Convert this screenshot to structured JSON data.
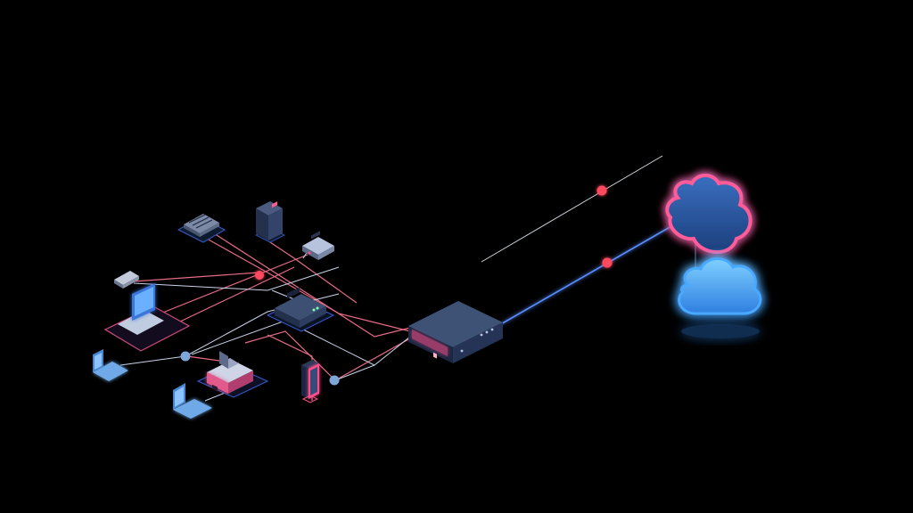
{
  "colors": {
    "background": "#000000",
    "neon_pink": "#ff4f8a",
    "neon_blue": "#3ea8ff",
    "device_body": "#2a3a5c",
    "device_top": "#3c5078",
    "wire_white": "#c9d2e8",
    "node_red": "#ff4a5e",
    "node_blue": "#7fa6d9"
  },
  "devices": [
    {
      "kind": "server-rack",
      "icon": "server-icon"
    },
    {
      "kind": "nas-tower",
      "icon": "storage-icon"
    },
    {
      "kind": "network-switch",
      "icon": "switch-icon"
    },
    {
      "kind": "usb-adapter",
      "icon": "adapter-icon"
    },
    {
      "kind": "laptop",
      "icon": "laptop-icon"
    },
    {
      "kind": "hub",
      "icon": "hub-icon"
    },
    {
      "kind": "laptop",
      "icon": "laptop-icon"
    },
    {
      "kind": "workstation",
      "icon": "computer-icon"
    },
    {
      "kind": "laptop",
      "icon": "laptop-icon"
    },
    {
      "kind": "smartphone",
      "icon": "phone-icon"
    }
  ],
  "gateway": {
    "kind": "router",
    "icon": "router-icon"
  },
  "cloud": {
    "kind": "cloud-pair",
    "icon": "cloud-icon"
  }
}
